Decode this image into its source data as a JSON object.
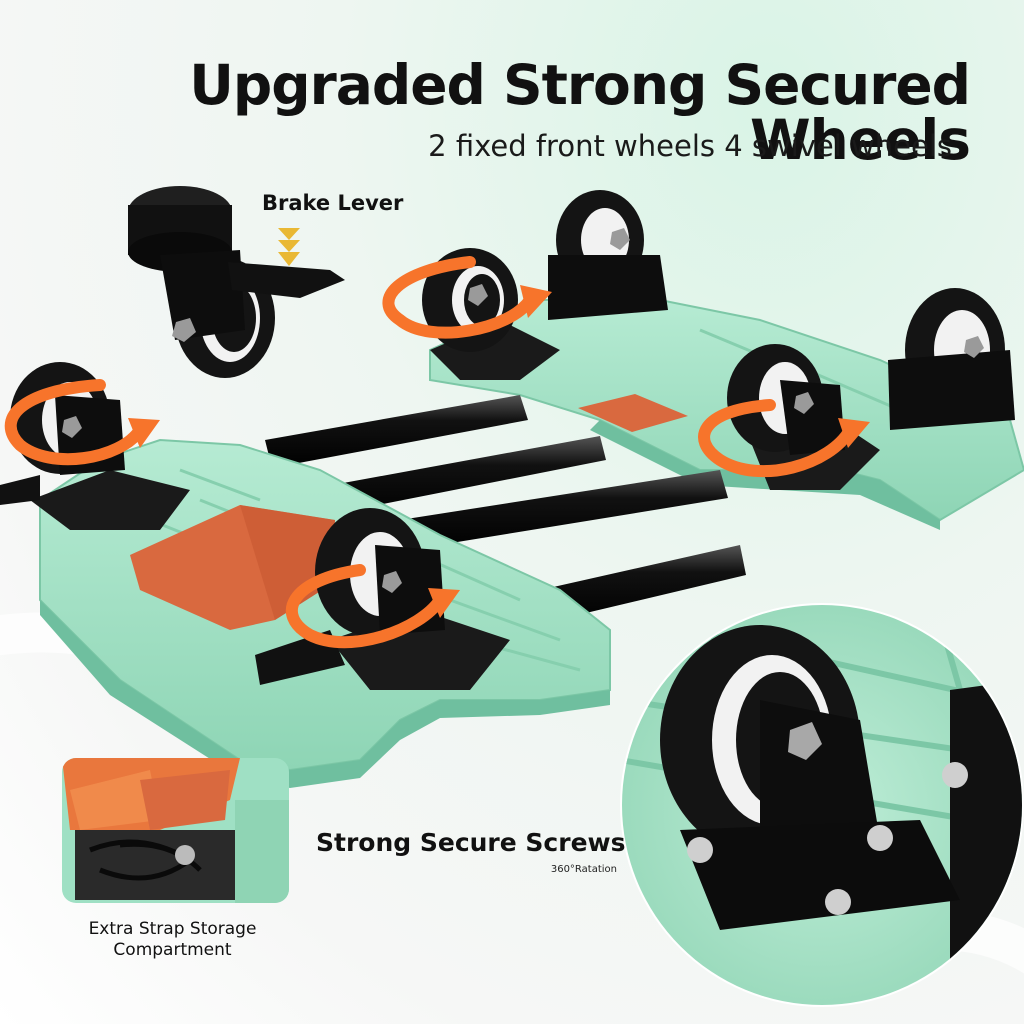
{
  "headline": "Upgraded Strong Secured Wheels",
  "subline": "2 fixed front wheels 4 swivel wheels",
  "callouts": {
    "brake_lever": "Brake Lever",
    "strong_screws": "Strong Secure Screws",
    "rotation": "360°Ratation",
    "strap_storage_line1": "Extra Strap Storage",
    "strap_storage_line2": "Compartment"
  },
  "colors": {
    "frame_mint": "#9fe0c4",
    "frame_shadow": "#6fbf9f",
    "plate_orange": "#d9693f",
    "arrow_orange": "#f7742b",
    "wheel_black": "#141414",
    "wheel_white": "#f2f2f2"
  },
  "icons": [
    "rotation-arrow-icon",
    "brake-press-arrow-icon",
    "screw-icon"
  ]
}
